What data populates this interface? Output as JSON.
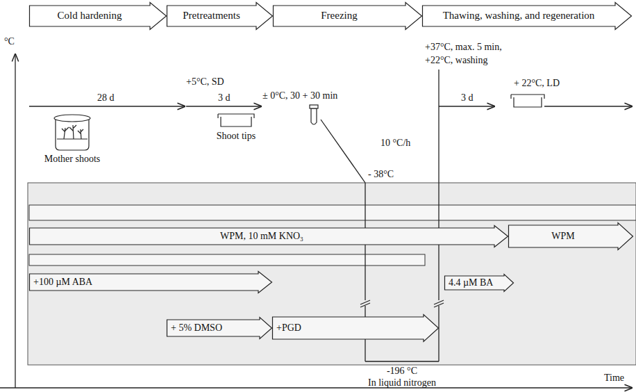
{
  "diagram": {
    "nodes": [
      {
        "text": [
          "Cold hardening"
        ]
      },
      {
        "text": [
          "Pretreatments"
        ]
      },
      {
        "text": [
          "Freezing"
        ]
      },
      {
        "text": [
          "Thawing, washing, and regeneration"
        ]
      },
      {
        "text": [
          "WPM, 10 mM KNO₃"
        ]
      },
      {
        "text": [
          "WPM"
        ]
      },
      {
        "text": [
          "+100 µM ABA"
        ]
      },
      {
        "text": [
          "4.4 µM BA"
        ]
      },
      {
        "text": [
          "+ 5% DMSO"
        ]
      },
      {
        "text": [
          "+PGD"
        ]
      }
    ],
    "labels": [
      "°C",
      "28 d",
      "+5°C, SD",
      "3 d",
      "± 0°C, 30 + 30 min",
      "Mother shoots",
      "Shoot tips",
      "10 °C/h",
      "- 38°C",
      "+37°C, max. 5 min,",
      "+22°C, washing",
      "3 d",
      "+ 22°C, LD",
      "-196 °C",
      "In liquid nitrogen",
      "Time"
    ]
  }
}
